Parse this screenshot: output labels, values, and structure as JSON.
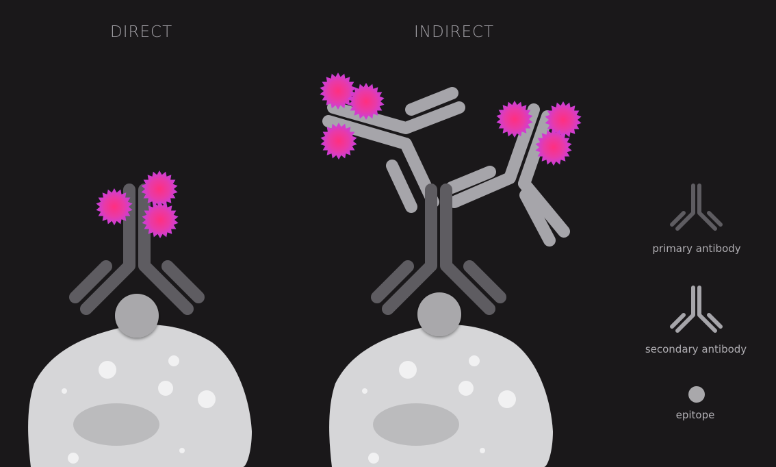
{
  "titles": {
    "direct": "DIRECT",
    "indirect": "INDIRECT"
  },
  "legend": {
    "primary": "primary antibody",
    "secondary": "secondary antibody",
    "epitope": "epitope"
  },
  "colors": {
    "background": "#1a181a",
    "primary_antibody": "#5e5c61",
    "secondary_antibody": "#a6a5aa",
    "epitope": "#a9a8ab",
    "cell": "#d6d6d8",
    "nucleus": "#bbbbbd",
    "fluorophore_center": "#ff2f8a",
    "fluorophore_edge": "#c43ad8"
  }
}
